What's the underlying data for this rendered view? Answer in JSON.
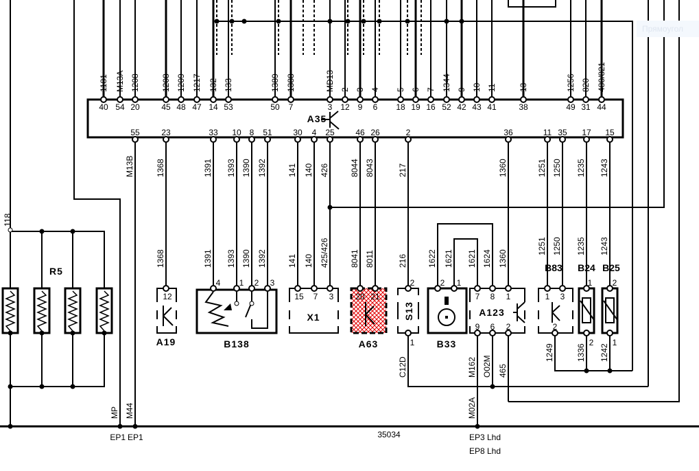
{
  "ecu": {
    "label": "A35",
    "top_pins": [
      {
        "pin": "40",
        "wire": "1181"
      },
      {
        "pin": "54",
        "wire": "M13A"
      },
      {
        "pin": "20",
        "wire": "1208"
      },
      {
        "pin": "45",
        "wire": "1208"
      },
      {
        "pin": "48",
        "wire": "1209"
      },
      {
        "pin": "47",
        "wire": "1217"
      },
      {
        "pin": "14",
        "wire": "132"
      },
      {
        "pin": "53",
        "wire": "133"
      },
      {
        "pin": "50",
        "wire": "1389"
      },
      {
        "pin": "7",
        "wire": "1388"
      },
      {
        "pin": "3",
        "wire": "MD13"
      },
      {
        "pin": "12",
        "wire": "2"
      },
      {
        "pin": "9",
        "wire": "3"
      },
      {
        "pin": "6",
        "wire": "4"
      },
      {
        "pin": "18",
        "wire": "5"
      },
      {
        "pin": "19",
        "wire": "6"
      },
      {
        "pin": "16",
        "wire": "7"
      },
      {
        "pin": "52",
        "wire": "1344"
      },
      {
        "pin": "42",
        "wire": "9"
      },
      {
        "pin": "43",
        "wire": "10"
      },
      {
        "pin": "41",
        "wire": "11"
      },
      {
        "pin": "38",
        "wire": "13"
      },
      {
        "pin": "49",
        "wire": "1256"
      },
      {
        "pin": "31",
        "wire": "820"
      },
      {
        "pin": "44",
        "wire": "480/821"
      }
    ],
    "bottom_pins": [
      {
        "pin": "55",
        "wire": "M13B"
      },
      {
        "pin": "23",
        "wire": "1368"
      },
      {
        "pin": "33",
        "wire": "1391"
      },
      {
        "pin": "10",
        "wire": "1393"
      },
      {
        "pin": "8",
        "wire": "1390"
      },
      {
        "pin": "51",
        "wire": "1392"
      },
      {
        "pin": "30",
        "wire": "141"
      },
      {
        "pin": "4",
        "wire": "140"
      },
      {
        "pin": "25",
        "wire": "426"
      },
      {
        "pin": "46",
        "wire": "8044"
      },
      {
        "pin": "26",
        "wire": "8043"
      },
      {
        "pin": "2",
        "wire": "217"
      },
      {
        "pin": "36",
        "wire": "1360"
      },
      {
        "pin": "11",
        "wire": "1251"
      },
      {
        "pin": "35",
        "wire": "1250"
      },
      {
        "pin": "17",
        "wire": "1235"
      },
      {
        "pin": "15",
        "wire": "1243"
      }
    ]
  },
  "lower_wires": [
    "1368",
    "1391",
    "1393",
    "1390",
    "1392",
    "141",
    "140",
    "425/426",
    "8041",
    "8011",
    "216",
    "1622",
    "1621",
    "1621",
    "1624",
    "1360",
    "1251",
    "1250",
    "1235",
    "1243"
  ],
  "components": {
    "R5": {
      "label": "R5",
      "wire": "118"
    },
    "A19": {
      "label": "A19",
      "pins": [
        "12"
      ]
    },
    "B138": {
      "label": "B138",
      "pins": [
        "4",
        "1",
        "2",
        "3"
      ]
    },
    "X1": {
      "label": "X1",
      "pins": [
        "15",
        "7",
        "3"
      ]
    },
    "A63": {
      "label": "A63",
      "pins": [
        "20",
        "21"
      ],
      "highlight": "#e00000"
    },
    "S13": {
      "label": "S13",
      "top_pin": "2",
      "bottom_pin": "1"
    },
    "B33": {
      "label": "B33",
      "pins": [
        "2",
        "1"
      ]
    },
    "A123": {
      "label": "A123",
      "top_pins": [
        "7",
        "8",
        "1"
      ],
      "bottom_pins": [
        "9",
        "6",
        "2"
      ]
    },
    "B83": {
      "label": "B83",
      "top_pins": [
        "1",
        "3"
      ],
      "bottom_pin": "2"
    },
    "B24": {
      "label": "B24",
      "top_pin": "1",
      "bottom_pin": "2"
    },
    "B25": {
      "label": "B25",
      "top_pin": "2",
      "bottom_pin": "1"
    }
  },
  "bottom_wires": [
    "C12D",
    "M162",
    "O02M",
    "465",
    "1249",
    "1336",
    "1242",
    "M02A",
    "MP",
    "M44"
  ],
  "ground": {
    "ep1a": "EP1",
    "ep1b": "EP1",
    "code": "35034",
    "ep3": "EP3 Lhd",
    "ep8": "EP8 Lhd"
  },
  "tooltip": "Прямоугол"
}
